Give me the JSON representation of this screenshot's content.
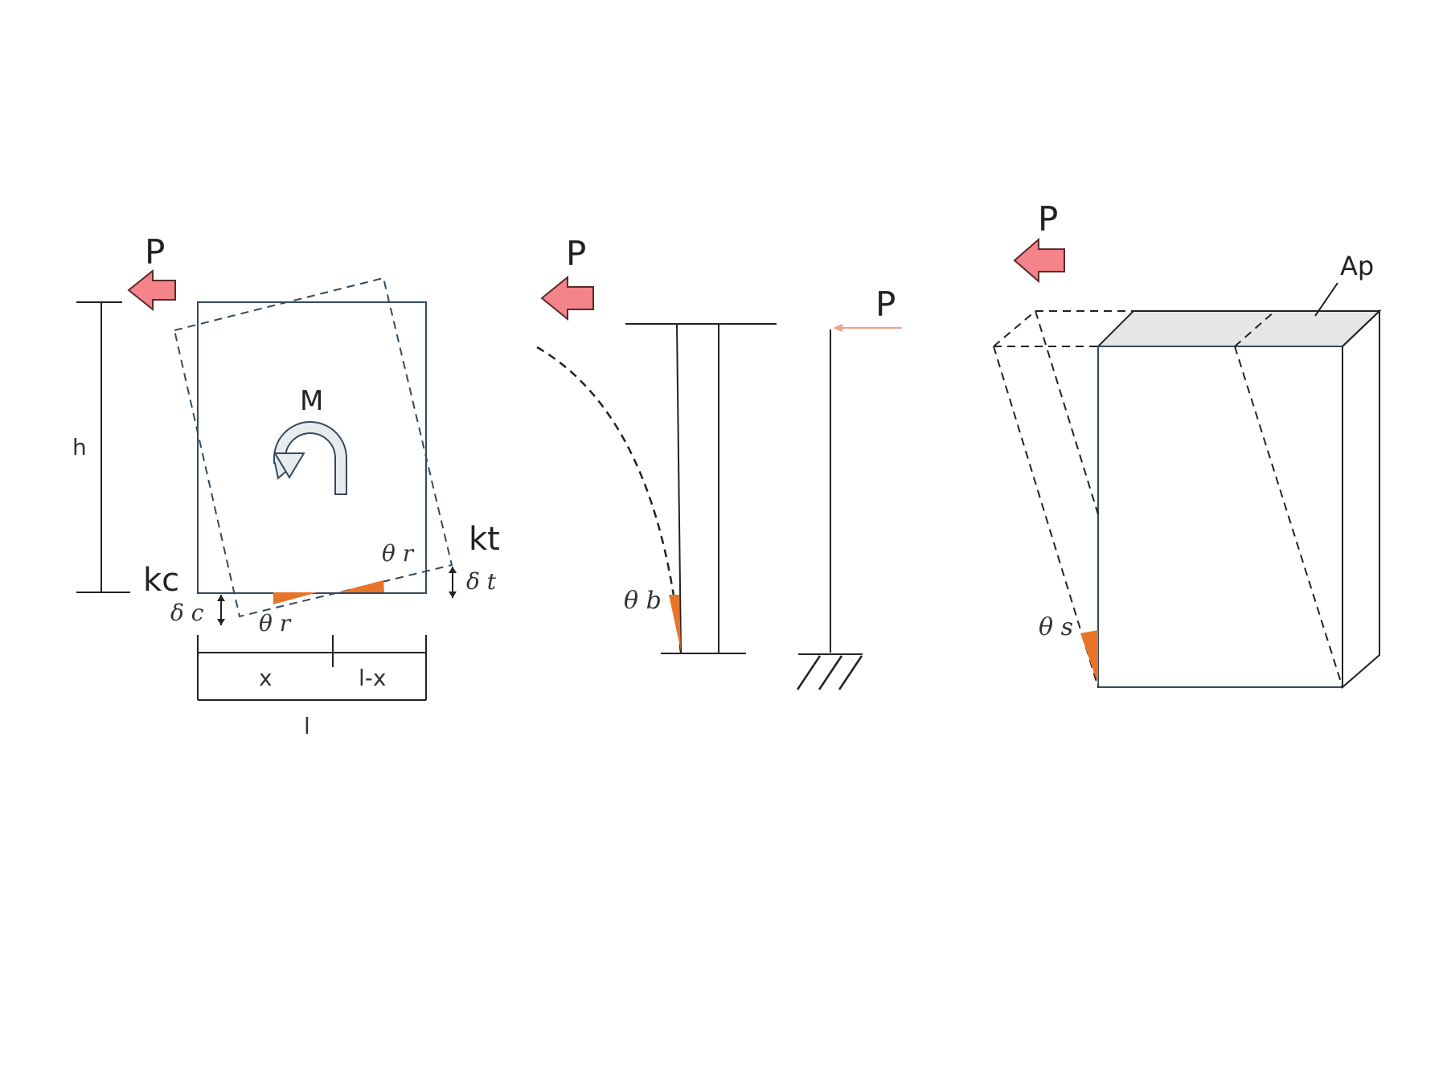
{
  "colors": {
    "arrow_fill": "#f4838a",
    "arrow_stroke": "#5a2a2a",
    "angle_fill": "#e8742a",
    "outline": "#34495e",
    "line": "#222222",
    "moment_fill": "#e9ecef",
    "top_face": "#e6e6e6",
    "thin_arrow": "#f4a08a"
  },
  "rocking": {
    "load_label": "P",
    "moment_label": "M",
    "height_label": "h",
    "kc_label": "kc",
    "kt_label": "kt",
    "delta_c_label": "δ c",
    "delta_t_label": "δ t",
    "theta_r_top_label": "θ r",
    "theta_r_bottom_label": "θ r",
    "x_label": "x",
    "lx_label": "l-x",
    "l_label": "l"
  },
  "bending": {
    "load_label": "P",
    "theta_b_label": "θ b",
    "cantilever_load_label": "P"
  },
  "shear": {
    "load_label": "P",
    "ap_label": "Ap",
    "theta_s_label": "θ s"
  }
}
